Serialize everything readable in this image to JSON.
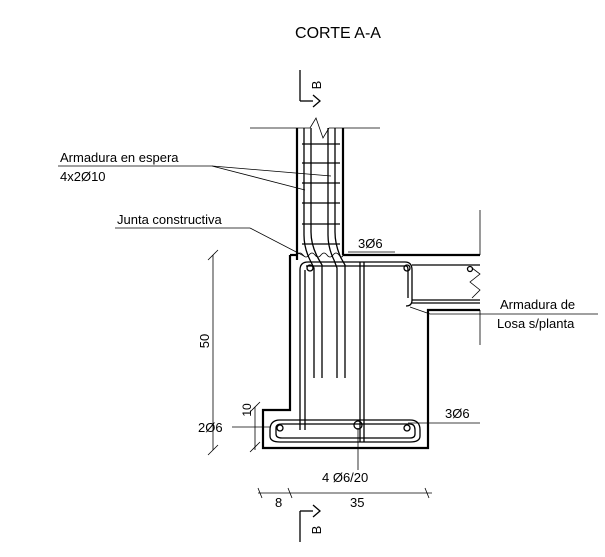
{
  "title": "CORTE A-A",
  "section_marks": {
    "top": "B",
    "bottom": "B"
  },
  "labels": {
    "armadura_espera_1": "Armadura en espera",
    "armadura_espera_2": "4x2Ø10",
    "junta": "Junta constructiva",
    "top_bars": "3Ø6",
    "losa_1": "Armadura de",
    "losa_2": "Losa s/planta",
    "bottom_bars_right": "3Ø6",
    "bottom_bars_left": "2Ø6",
    "stirrups": "4 Ø6/20"
  },
  "dimensions": {
    "height": "50",
    "base": "10",
    "left": "8",
    "width": "35"
  }
}
